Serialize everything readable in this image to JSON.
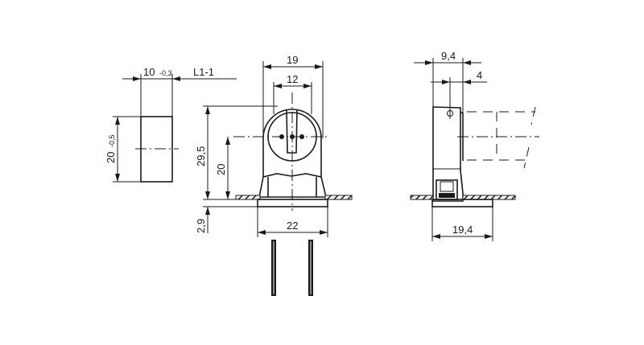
{
  "drawing": {
    "left_view": {
      "width_dim": "10",
      "width_tol": "-0,3",
      "section_label": "L1-1",
      "height_dim": "20",
      "height_tol": "-0,5"
    },
    "front_view": {
      "outer_width": "19",
      "inner_width": "12",
      "total_height": "29,5",
      "axis_height": "20",
      "base_height": "2,9",
      "base_width": "22"
    },
    "side_view": {
      "depth": "9,4",
      "offset": "4",
      "base_depth": "19,4"
    }
  }
}
